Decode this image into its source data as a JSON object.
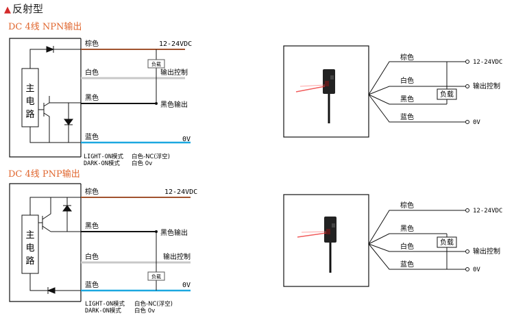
{
  "section_title": "反射型",
  "diagrams": {
    "npn": {
      "subtitle": "DC 4线 NPN输出",
      "main_circuit": [
        "主",
        "电",
        "路"
      ],
      "wires": {
        "brown": "棕色",
        "white": "白色",
        "black": "黑色",
        "blue": "蓝色"
      },
      "right_labels": {
        "supply": "12-24VDC",
        "load": "负载",
        "control": "输出控制",
        "black_out": "黑色输出",
        "zero": "0V"
      },
      "modes": {
        "light_on": "LIGHT-ON模式",
        "light_on_val": "白色-NC(浮空)",
        "dark_on": "DARK-ON模式",
        "dark_on_val": "白色  0v"
      }
    },
    "pnp": {
      "subtitle": "DC 4线 PNP输出",
      "main_circuit": [
        "主",
        "电",
        "路"
      ],
      "wires": {
        "brown": "棕色",
        "black": "黑色",
        "white": "白色",
        "blue": "蓝色"
      },
      "right_labels": {
        "supply": "12-24VDC",
        "black_out": "黑色输出",
        "control": "输出控制",
        "load": "负载",
        "zero": "0V"
      },
      "modes": {
        "light_on": "LIGHT-ON模式",
        "light_on_val": "白色-NC(浮空)",
        "dark_on": "DARK-ON模式",
        "dark_on_val": "白色  0v"
      }
    }
  },
  "sensors": {
    "top": {
      "wires": [
        "棕色",
        "白色",
        "黑色",
        "蓝色"
      ],
      "load": "负载",
      "terminals": [
        "12-24VDC",
        "输出控制",
        "0V"
      ]
    },
    "bottom": {
      "wires": [
        "棕色",
        "黑色",
        "白色",
        "蓝色"
      ],
      "load": "负载",
      "terminals": [
        "12-24VDC",
        "输出控制",
        "0V"
      ]
    }
  },
  "colors": {
    "brown": "#a0522d",
    "white": "#c8c8c8",
    "black": "#111111",
    "blue": "#1ba8e0",
    "accent_red": "#d42a2a",
    "subtitle": "#e0662e"
  }
}
